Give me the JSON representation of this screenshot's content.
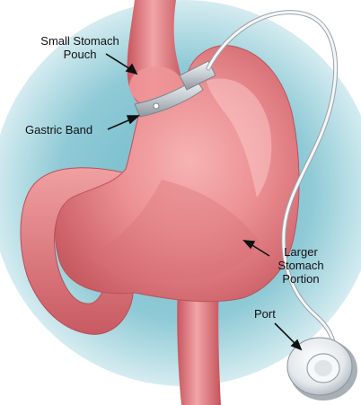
{
  "labels": {
    "small_stomach_pouch": [
      "Small Stomach",
      "Pouch"
    ],
    "gastric_band": "Gastric Band",
    "larger_stomach_portion": [
      "Larger",
      "Stomach",
      "Portion"
    ],
    "port": "Port"
  },
  "colors": {
    "background_glow": "#8fc9d6",
    "stomach_flesh": "#e88a8e",
    "stomach_shadow": "#c9575f",
    "band_metal": "#c8cdd2",
    "tube": "#e8ecef",
    "text": "#111111"
  }
}
